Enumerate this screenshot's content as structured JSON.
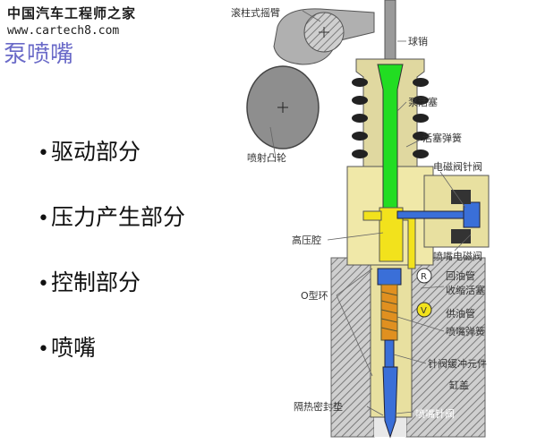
{
  "watermark": {
    "site_name": "中国汽车工程师之家",
    "url": "www.cartech8.com"
  },
  "title": "泵喷嘴",
  "bullets": [
    {
      "dot": "•",
      "text": "驱动部分"
    },
    {
      "dot": "•",
      "text": "压力产生部分"
    },
    {
      "dot": "•",
      "text": "控制部分"
    },
    {
      "dot": "•",
      "text": "喷嘴"
    }
  ],
  "diagram": {
    "labels": {
      "roller_rocker": "滚柱式摇臂",
      "ball_pin": "球销",
      "pump_plunger": "泵活塞",
      "plunger_spring": "活塞弹簧",
      "injection_cam": "喷射凸轮",
      "valve_needle": "电磁阀针阀",
      "solenoid_valve": "喷嘴电磁阀",
      "high_pressure_chamber": "高压腔",
      "return_line": "回油管",
      "retraction_piston": "收缩活塞",
      "o_ring": "O型环",
      "supply_line": "供油管",
      "nozzle_spring": "喷嘴弹簧",
      "needle_damper": "针阀缓冲元件",
      "cylinder_head": "缸盖",
      "heat_seal": "隔热密封垫",
      "nozzle_needle": "喷嘴针阀"
    },
    "markers": {
      "return": "R",
      "supply": "V"
    },
    "colors": {
      "plunger": "#22dd22",
      "high_pressure": "#f2e21c",
      "low_pressure_body": "#f0e8a8",
      "nozzle_fuel": "#3a6fd8",
      "nozzle_spring": "#e09020",
      "housing": "#b8b8b8",
      "cam": "#8e8e8e"
    }
  }
}
